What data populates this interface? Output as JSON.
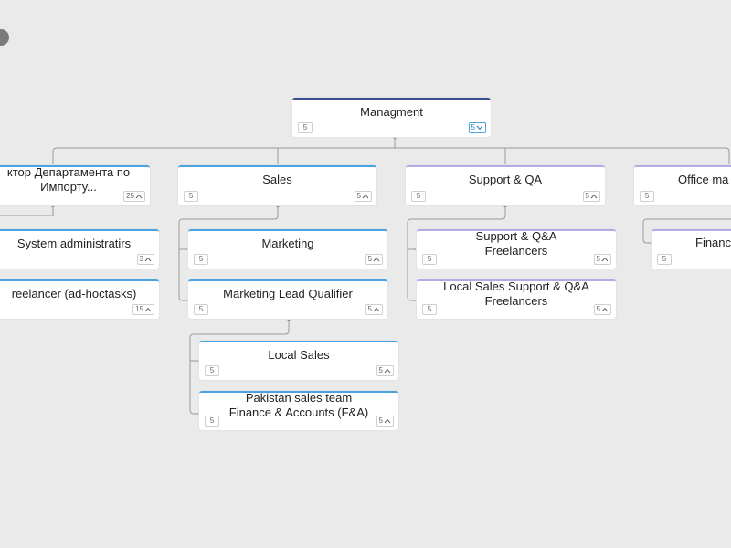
{
  "colors": {
    "background": "#eaeaea",
    "blue_accent": "#4aa3df",
    "purple_accent": "#b8a8e6",
    "navy_accent": "#3a4f8f",
    "connector": "#9a9a9a"
  },
  "nodes": {
    "management": {
      "title": "Managment",
      "left_count": "5",
      "right_count": "5",
      "right_icon": "chevron-down-icon"
    },
    "director_import": {
      "title": "ктор Департамента по Импорту...",
      "left_count": "",
      "right_count": "25",
      "right_icon": "chevron-up-icon"
    },
    "sys_admins": {
      "title": "System administratirs",
      "left_count": "",
      "right_count": "3",
      "right_icon": "chevron-up-icon"
    },
    "freelancer_adhoc": {
      "title": "reelancer (ad-hoctasks)",
      "left_count": "",
      "right_count": "15",
      "right_icon": "chevron-up-icon"
    },
    "sales": {
      "title": "Sales",
      "left_count": "5",
      "right_count": "5",
      "right_icon": "chevron-up-icon"
    },
    "marketing": {
      "title": "Marketing",
      "left_count": "5",
      "right_count": "5",
      "right_icon": "chevron-up-icon"
    },
    "mlq": {
      "title": "Marketing Lead Qualifier",
      "left_count": "5",
      "right_count": "5",
      "right_icon": "chevron-up-icon"
    },
    "local_sales": {
      "title": "Local Sales",
      "left_count": "5",
      "right_count": "5",
      "right_icon": "chevron-up-icon"
    },
    "pakistan_sales": {
      "title": "Pakistan sales team Finance & Accounts (F&A)",
      "left_count": "5",
      "right_count": "5",
      "right_icon": "chevron-up-icon"
    },
    "support_qa": {
      "title": "Support & QA",
      "left_count": "5",
      "right_count": "5",
      "right_icon": "chevron-up-icon"
    },
    "support_freelancers": {
      "title": "Support & Q&A Freelancers",
      "left_count": "5",
      "right_count": "5",
      "right_icon": "chevron-up-icon"
    },
    "local_support": {
      "title": "Local Sales Support & Q&A Freelancers",
      "left_count": "5",
      "right_count": "5",
      "right_icon": "chevron-up-icon"
    },
    "office_ma": {
      "title": "Office ma",
      "left_count": "5",
      "right_count": "",
      "right_icon": ""
    },
    "financ": {
      "title": "Financ",
      "left_count": "5",
      "right_count": "",
      "right_icon": ""
    }
  }
}
